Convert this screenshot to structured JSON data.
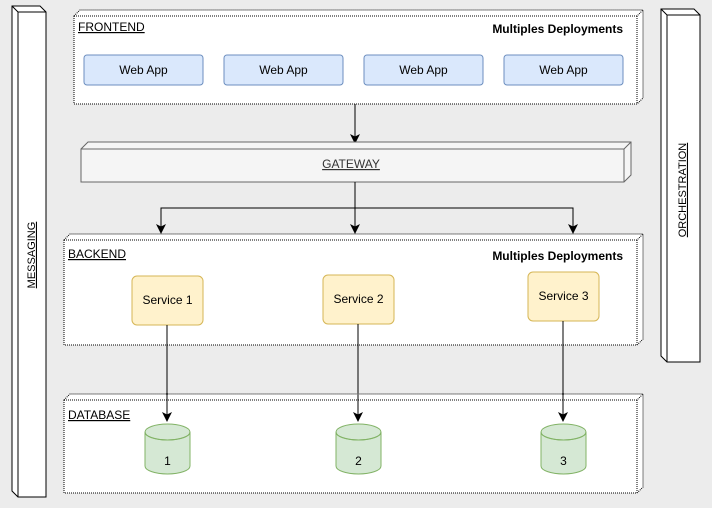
{
  "frontend": {
    "title": "FRONTEND",
    "note": "Multiples Deployments",
    "apps": [
      "Web App",
      "Web App",
      "Web App",
      "Web App"
    ]
  },
  "gateway": {
    "label": "GATEWAY"
  },
  "backend": {
    "title": "BACKEND",
    "note": "Multiples Deployments",
    "services": [
      "Service 1",
      "Service 2",
      "Service 3"
    ]
  },
  "database": {
    "title": "DATABASE",
    "dbs": [
      "1",
      "2",
      "3"
    ]
  },
  "messaging": {
    "label": "MESSAGING"
  },
  "orchestration": {
    "label": "ORCHESTRATION"
  },
  "colors": {
    "webapp_fill": "#dae8fc",
    "webapp_stroke": "#6c8ebf",
    "service_fill": "#fff2cc",
    "service_stroke": "#d6b656",
    "db_fill": "#d5e8d4",
    "db_stroke": "#82b366"
  }
}
